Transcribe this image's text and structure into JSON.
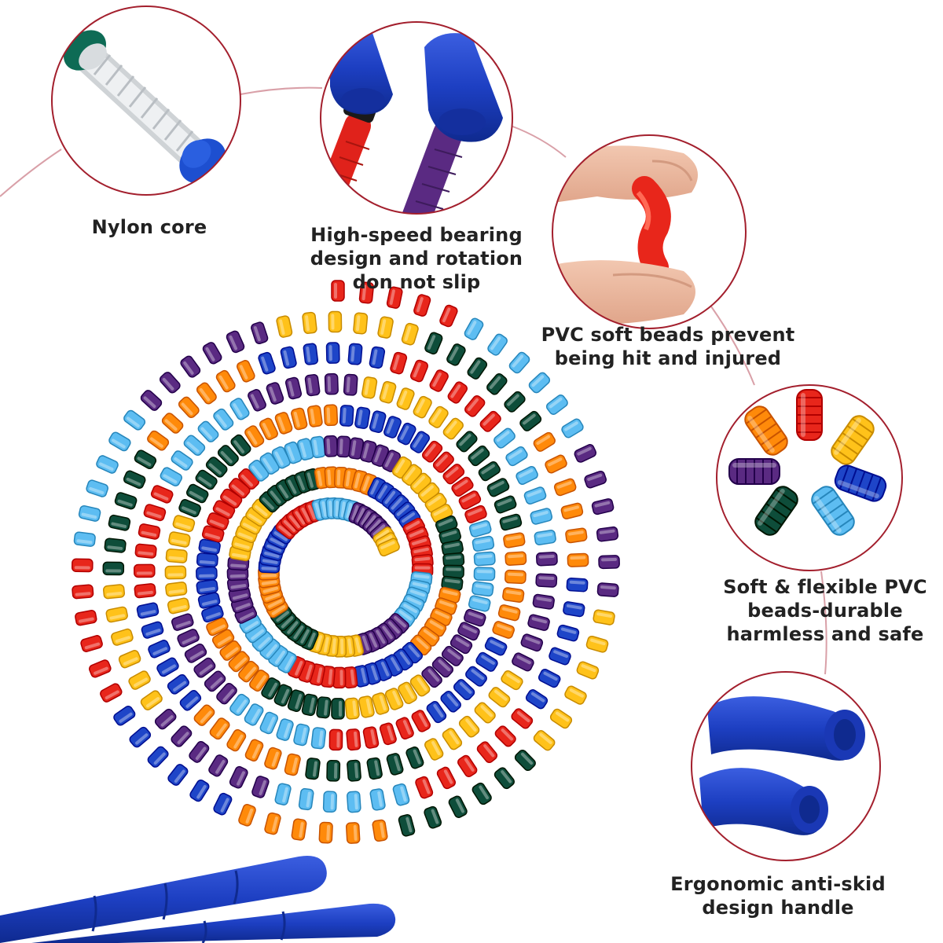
{
  "features": [
    {
      "id": "nylon-core",
      "lines": [
        "Nylon core"
      ]
    },
    {
      "id": "bearing",
      "lines": [
        "High-speed bearing",
        "design and rotation",
        "don not slip"
      ]
    },
    {
      "id": "soft-beads",
      "lines": [
        "PVC soft beads prevent",
        "being hit and injured"
      ]
    },
    {
      "id": "flexible-beads",
      "lines": [
        "Soft & flexible PVC",
        "beads-durable",
        "harmless and safe"
      ]
    },
    {
      "id": "handle",
      "lines": [
        "Ergonomic anti-skid",
        "design handle"
      ]
    }
  ],
  "colors": {
    "circle_border": "#a31f2d",
    "connector_line": "#d9a0a8",
    "handle_blue": "#1d3fc2",
    "bead_palette": [
      "#e8261b",
      "#ff8a0a",
      "#ffc21a",
      "#5dbdf2",
      "#1e45c8",
      "#0e4d3a",
      "#5a2a82"
    ]
  }
}
